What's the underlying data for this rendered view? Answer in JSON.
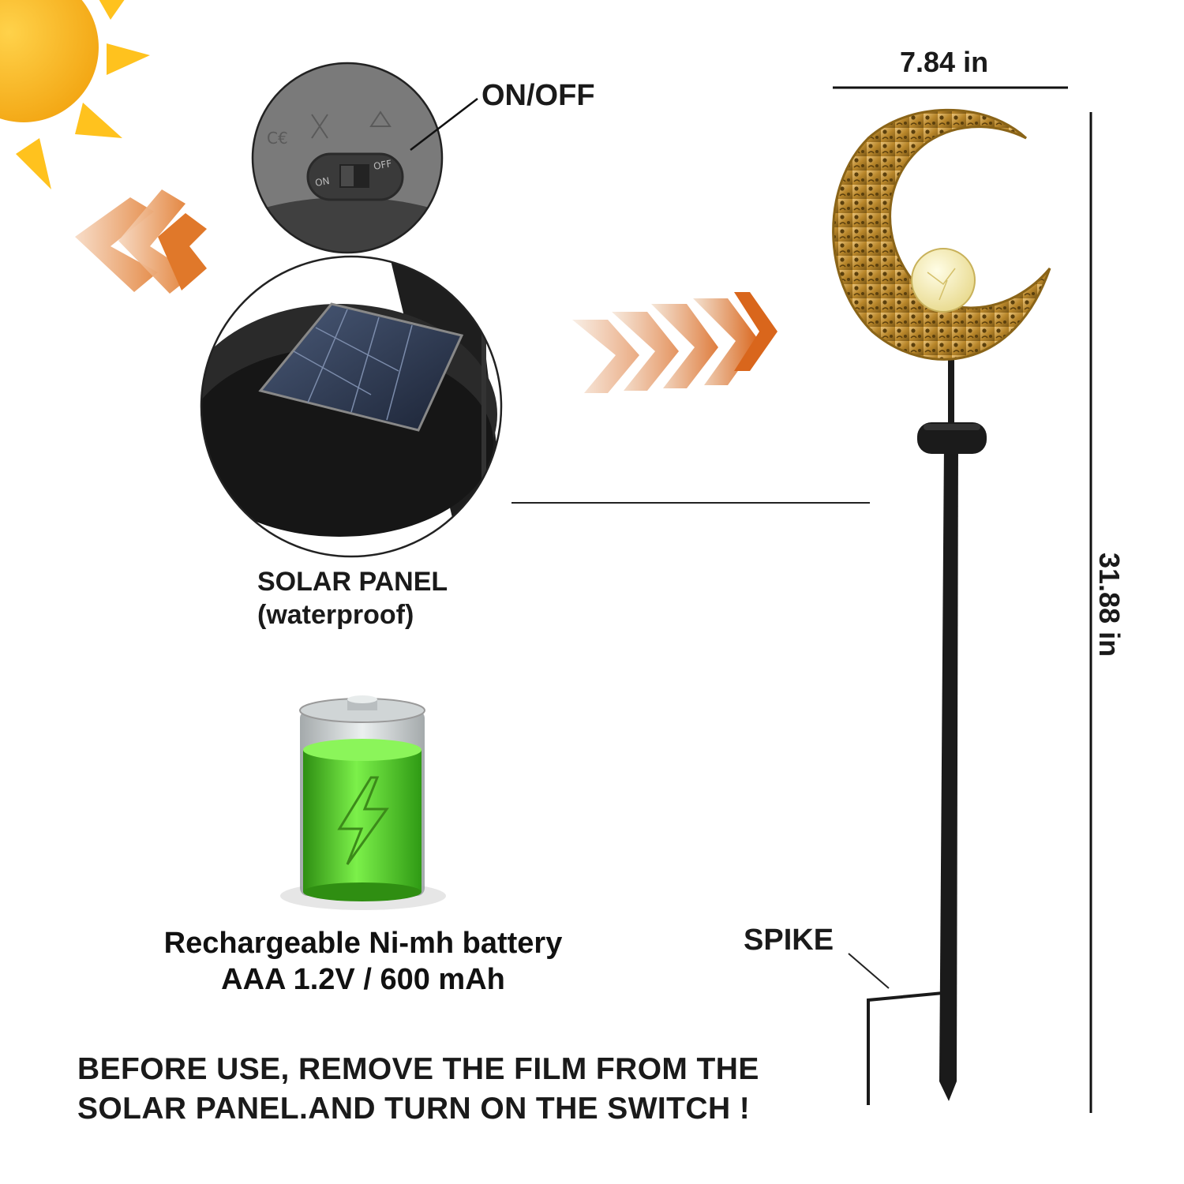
{
  "labels": {
    "on_off": "ON/OFF",
    "solar_panel": "SOLAR PANEL",
    "waterproof": "(waterproof)",
    "battery_line1": "Rechargeable Ni-mh battery",
    "battery_line2": "AAA 1.2V / 600 mAh",
    "warning_line1": "BEFORE USE, REMOVE THE FILM FROM THE",
    "warning_line2": "SOLAR PANEL.AND TURN ON THE SWITCH !",
    "spike": "SPIKE",
    "width": "7.84 in",
    "height": "31.88 in",
    "switch_on": "ON",
    "switch_off": "OFF"
  },
  "colors": {
    "sun": "#F7B61C",
    "arrow": "#E0782A",
    "gold": "#C9962E",
    "battery_green": "#55D62B",
    "dark_plastic": "#2b2b2b"
  },
  "icons": [
    "sun-icon",
    "chevron-arrows-icon",
    "battery-icon",
    "moon-stake-light-icon",
    "solar-panel-icon",
    "switch-icon"
  ]
}
